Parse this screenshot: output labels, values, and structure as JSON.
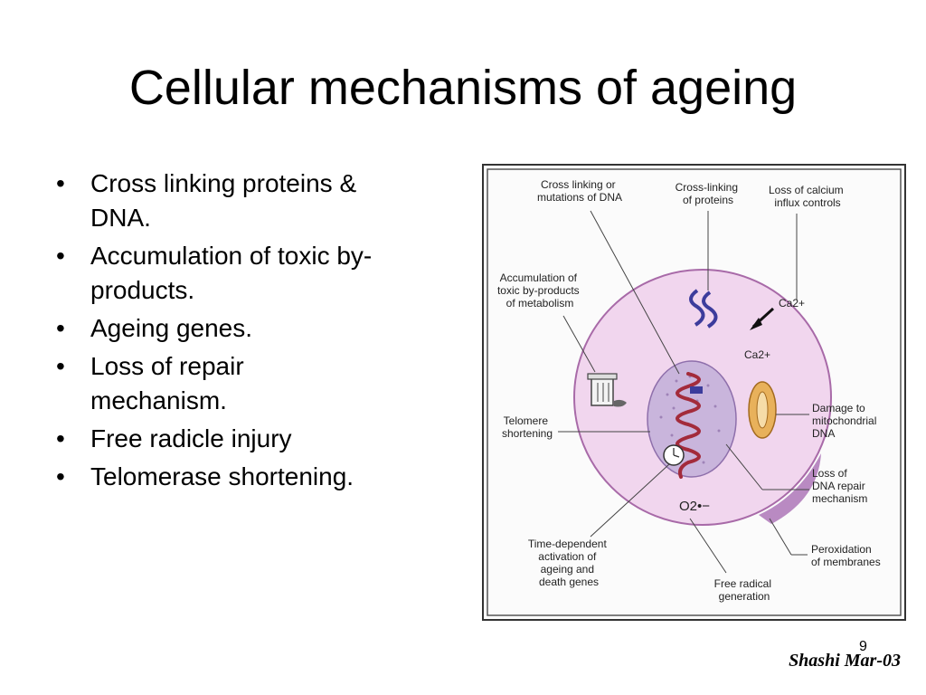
{
  "slide": {
    "title": "Cellular mechanisms of ageing",
    "bullets": [
      [
        "Cross linking proteins &",
        "DNA."
      ],
      [
        "Accumulation of toxic by-",
        "products."
      ],
      [
        "Ageing genes."
      ],
      [
        "Loss of repair",
        "mechanism."
      ],
      [
        "Free radicle injury"
      ],
      [
        "Telomerase shortening."
      ]
    ],
    "slide_number": "9",
    "author": "Shashi Mar-03"
  },
  "figure": {
    "labels": {
      "cross_linking_dna": [
        "Cross linking or",
        "mutations of DNA"
      ],
      "cross_linking_proteins": [
        "Cross-linking",
        "of proteins"
      ],
      "loss_calcium": [
        "Loss of calcium",
        "influx controls"
      ],
      "accumulation": [
        "Accumulation of",
        "toxic by-products",
        "of metabolism"
      ],
      "telomere": [
        "Telomere",
        "shortening"
      ],
      "damage_mito": [
        "Damage to",
        "mitochondrial",
        "DNA"
      ],
      "loss_dna_repair": [
        "Loss of",
        "DNA repair",
        "mechanism"
      ],
      "time_dependent": [
        "Time-dependent",
        "activation of",
        "ageing and",
        "death genes"
      ],
      "free_radical": [
        "Free radical",
        "generation"
      ],
      "peroxidation": [
        "Peroxidation",
        "of membranes"
      ],
      "ca_outer": "Ca2+",
      "ca_inner": "Ca2+",
      "o2": "O2•−"
    },
    "colors": {
      "cell_fill": "#f1d6ee",
      "cell_edge": "#a86aa8",
      "nucleus_fill": "#c9b5dc",
      "dna": "#a32b3b",
      "protein": "#3c3c9c",
      "mito": "#e8b15b"
    }
  }
}
